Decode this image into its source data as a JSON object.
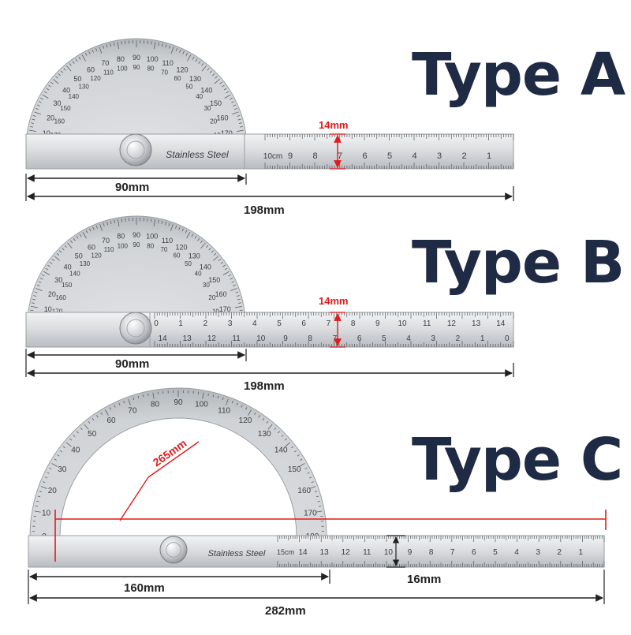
{
  "products": [
    {
      "title": "Type A",
      "head_width": "90mm",
      "total_length": "198mm",
      "rule_width": "14mm",
      "engraving": "Stainless Steel",
      "rule_unit": "10cm",
      "rule_numbers": [
        "9",
        "8",
        "7",
        "6",
        "5",
        "4",
        "3",
        "2",
        "1"
      ]
    },
    {
      "title": "Type B",
      "head_width": "90mm",
      "total_length": "198mm",
      "rule_width": "14mm",
      "rule_top": [
        "0",
        "1",
        "2",
        "3",
        "4",
        "5",
        "6",
        "7",
        "8",
        "9",
        "10",
        "11",
        "12",
        "13",
        "14"
      ],
      "rule_bottom": [
        "14",
        "13",
        "12",
        "11",
        "10",
        "9",
        "8",
        "7",
        "6",
        "5",
        "4",
        "3",
        "2",
        "1",
        "0"
      ]
    },
    {
      "title": "Type C",
      "head_width": "160mm",
      "total_length": "282mm",
      "rule_width": "16mm",
      "radius": "265mm",
      "engraving": "Stainless Steel",
      "rule_unit": "15cm",
      "rule_numbers": [
        "14",
        "13",
        "12",
        "11",
        "10",
        "9",
        "8",
        "7",
        "6",
        "5",
        "4",
        "3",
        "2",
        "1"
      ]
    }
  ],
  "colors": {
    "title": "#1f2a44",
    "accent_red": "#e31b1b",
    "steel_light": "#e9eaec",
    "steel_dark": "#a9acb1"
  }
}
